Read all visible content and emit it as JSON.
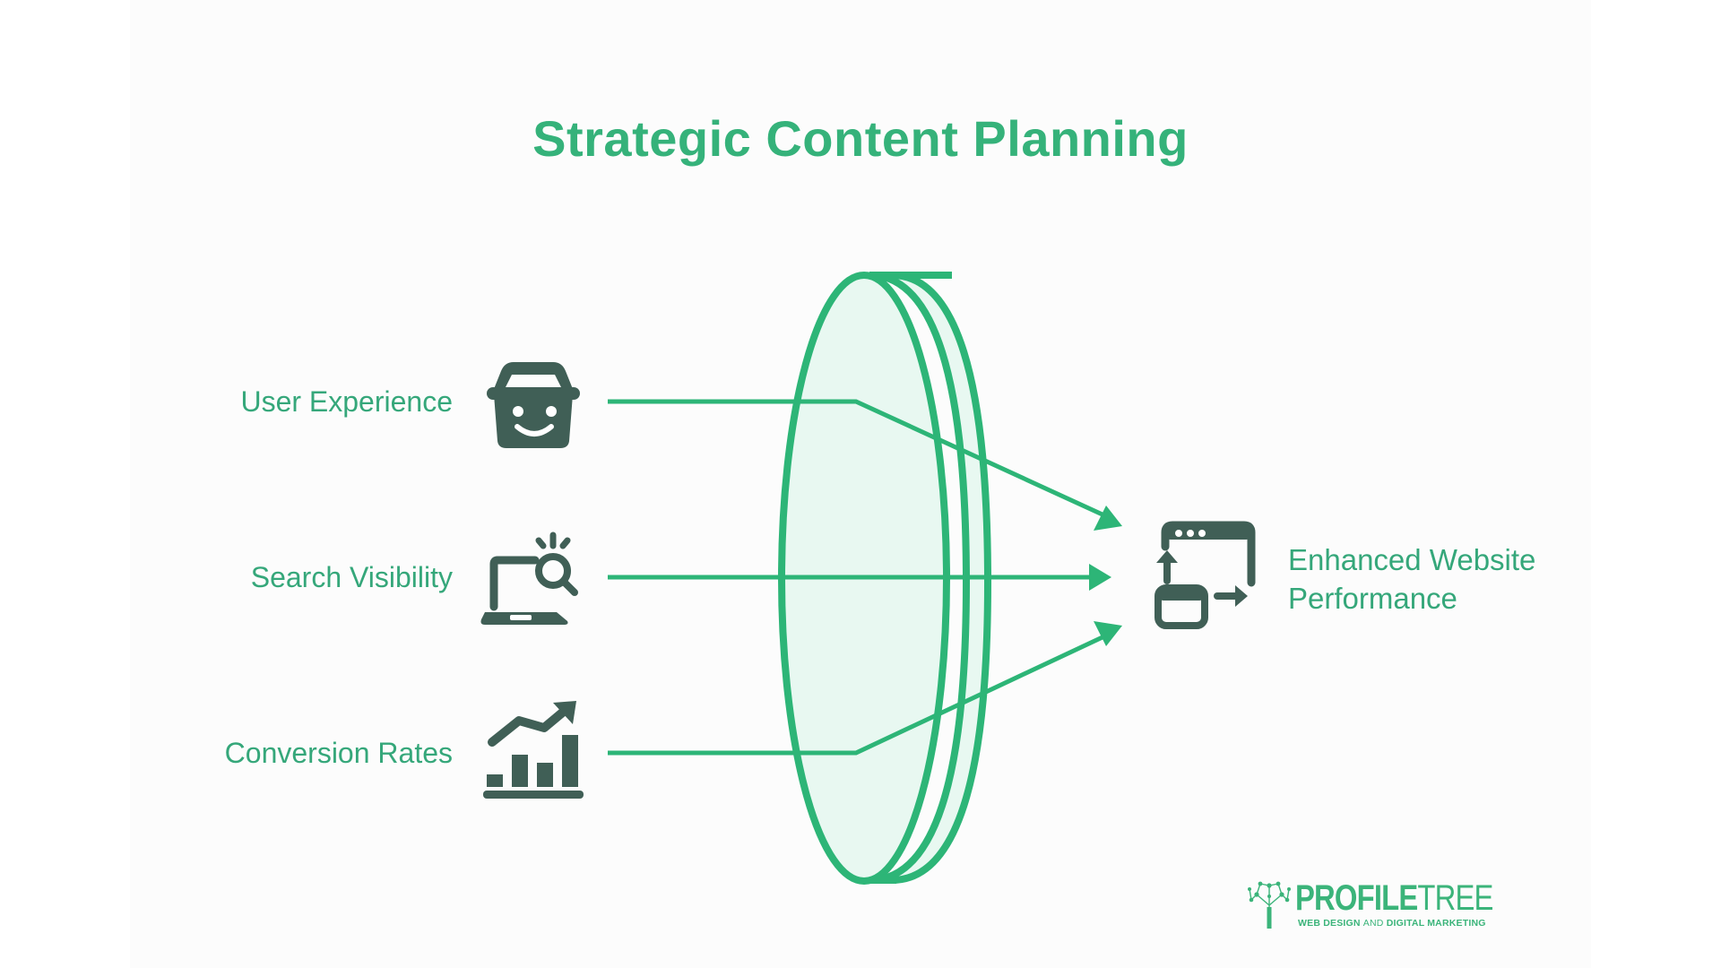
{
  "title": "Strategic Content Planning",
  "inputs": [
    {
      "label": "User Experience",
      "icon": "smiling-basket-icon"
    },
    {
      "label": "Search Visibility",
      "icon": "laptop-search-icon"
    },
    {
      "label": "Conversion Rates",
      "icon": "growth-chart-icon"
    }
  ],
  "lens": {
    "name": "focusing-lens",
    "fill": "#e8f8f1",
    "stroke": "#2db577"
  },
  "output": {
    "line1": "Enhanced Website",
    "line2": "Performance",
    "icon": "website-transfer-icon"
  },
  "brand": {
    "name_bold": "PROFILE",
    "name_thin": "TREE",
    "tagline_a": "WEB DESIGN ",
    "tagline_b": "AND ",
    "tagline_c": "DIGITAL MARKETING"
  },
  "colors": {
    "accent": "#35b27a",
    "icon": "#405f56",
    "line": "#2db577",
    "panel": "#fcfcfc"
  }
}
